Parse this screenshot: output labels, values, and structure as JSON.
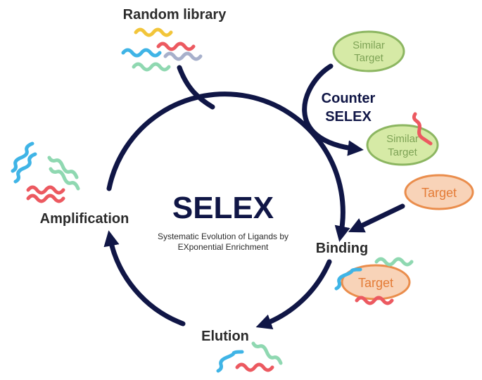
{
  "title": "SELEX",
  "subtitle_line1": "Systematic Evolution of Ligands by",
  "subtitle_line2": "EXponential Enrichment",
  "random_library": "Random library",
  "counter_line1": "Counter",
  "counter_line2": "SELEX",
  "similar_line1": "Similar",
  "similar_line2": "Target",
  "target": "Target",
  "binding": "Binding",
  "elution": "Elution",
  "amplification": "Amplification",
  "colors": {
    "arrow": "#101646",
    "yellow": "#f2c53a",
    "red": "#ec5960",
    "blue": "#3fb4e6",
    "green": "#8fd8b1",
    "grey": "#a7b0cb",
    "similar_fill": "#d6eaa6",
    "similar_stroke": "#8cb661",
    "similar_text": "#7ea356",
    "target_fill": "#f8d3b8",
    "target_stroke": "#ea8d4c",
    "target_text": "#e47b36",
    "label_text": "#2b2b2b"
  }
}
